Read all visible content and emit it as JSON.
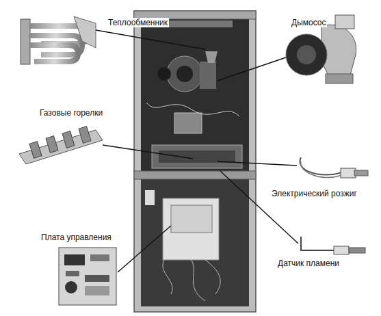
{
  "diagram": {
    "labels": [
      "Теплообменник",
      "Дымосос",
      "Газовые горелки",
      "Электрический розжиг",
      "Плата управления",
      "Датчик пламени"
    ]
  }
}
